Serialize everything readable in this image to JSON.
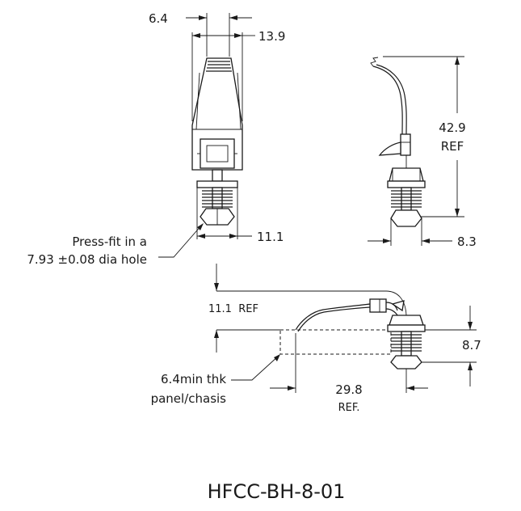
{
  "part_number": "HFCC-BH-8-01",
  "dimensions": {
    "top_gap": "6.4",
    "top_width": "13.9",
    "base_width": "11.1",
    "height_ref_value": "42.9",
    "height_ref_label": "REF",
    "side_width": "8.3",
    "clip_ref": "11.1  REF",
    "clip_height": "8.7",
    "length_value": "29.8",
    "length_label": "REF."
  },
  "notes": {
    "pressfit_line1": "Press-fit in a",
    "pressfit_line2": "7.93 ±0.08 dia hole",
    "panel_line1": "6.4min thk",
    "panel_line2": "panel/chasis"
  }
}
